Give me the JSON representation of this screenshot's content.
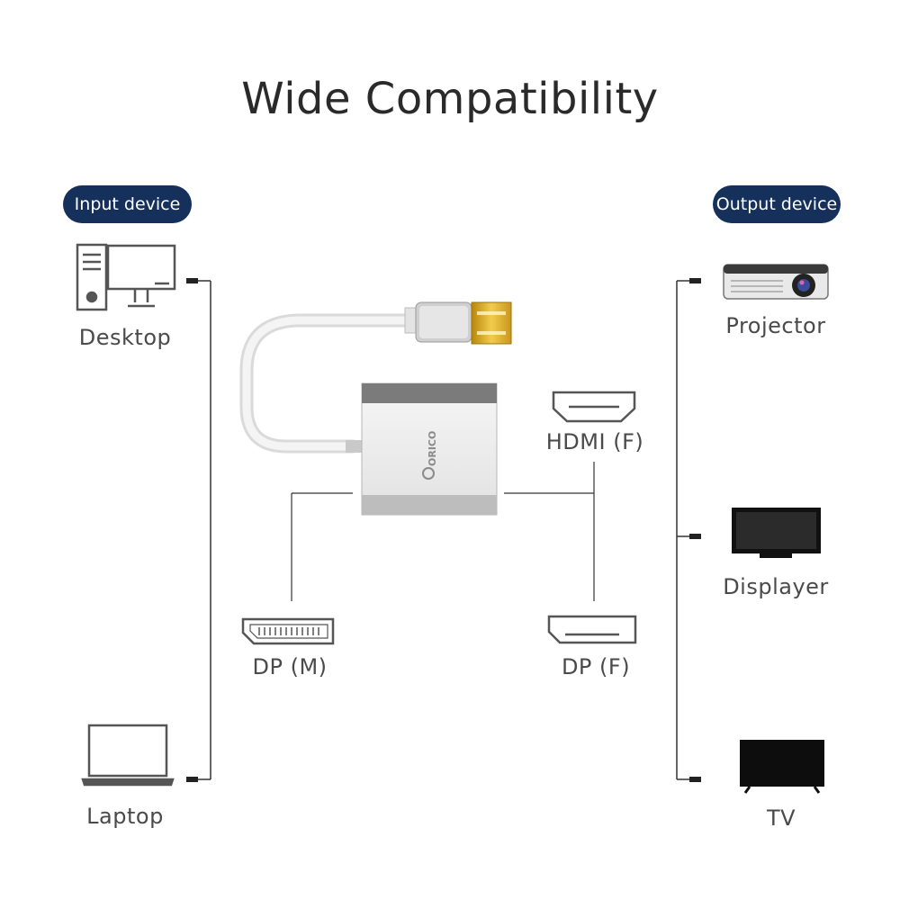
{
  "title": "Wide Compatibility",
  "input": {
    "heading": "Input device",
    "devices": [
      {
        "label": "Desktop",
        "icon": "desktop-computer-icon"
      },
      {
        "label": "Laptop",
        "icon": "laptop-icon"
      }
    ]
  },
  "output": {
    "heading": "Output device",
    "devices": [
      {
        "label": "Projector",
        "icon": "projector-icon"
      },
      {
        "label": "Displayer",
        "icon": "monitor-icon"
      },
      {
        "label": "TV",
        "icon": "tv-icon"
      }
    ]
  },
  "adapter": {
    "brand": "ORICO",
    "icon": "adapter-icon"
  },
  "ports": {
    "dp_male": {
      "label": "DP (M)",
      "icon": "displayport-male-icon"
    },
    "hdmi_female": {
      "label": "HDMI (F)",
      "icon": "hdmi-port-icon"
    },
    "dp_female": {
      "label": "DP (F)",
      "icon": "displayport-female-icon"
    }
  },
  "colors": {
    "pill_bg": "#16305c",
    "pill_text": "#ffffff",
    "line": "#333333",
    "icon_stroke": "#555555"
  }
}
